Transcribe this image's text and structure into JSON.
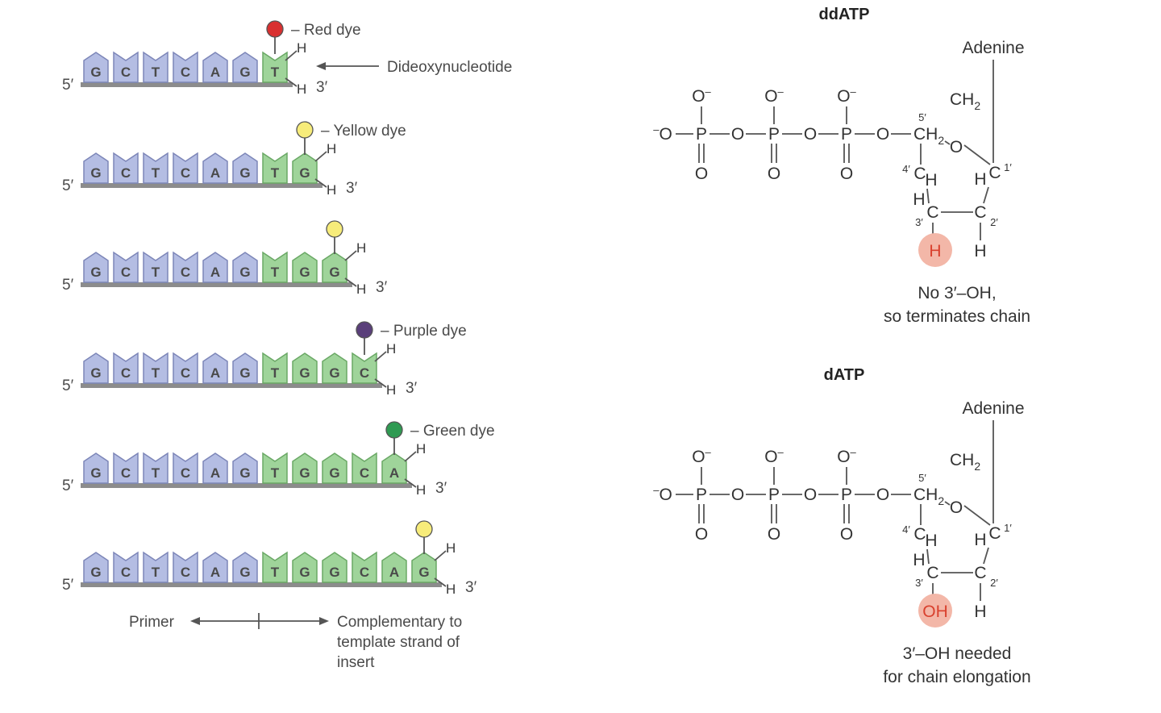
{
  "left_panel": {
    "five_prime_label": "5′",
    "three_prime_label": "3′",
    "h_label": "H",
    "rows": [
      {
        "bases": [
          "G",
          "C",
          "T",
          "C",
          "A",
          "G",
          "T"
        ],
        "dye": "red",
        "dye_label": "– Red dye",
        "pointer_label": "Dideoxynucleotide"
      },
      {
        "bases": [
          "G",
          "C",
          "T",
          "C",
          "A",
          "G",
          "T",
          "G"
        ],
        "dye": "yellow",
        "dye_label": "– Yellow dye"
      },
      {
        "bases": [
          "G",
          "C",
          "T",
          "C",
          "A",
          "G",
          "T",
          "G",
          "G"
        ],
        "dye": "yellow",
        "dye_label": ""
      },
      {
        "bases": [
          "G",
          "C",
          "T",
          "C",
          "A",
          "G",
          "T",
          "G",
          "G",
          "C"
        ],
        "dye": "purple",
        "dye_label": "– Purple dye"
      },
      {
        "bases": [
          "G",
          "C",
          "T",
          "C",
          "A",
          "G",
          "T",
          "G",
          "G",
          "C",
          "A"
        ],
        "dye": "green",
        "dye_label": "– Green dye"
      },
      {
        "bases": [
          "G",
          "C",
          "T",
          "C",
          "A",
          "G",
          "T",
          "G",
          "G",
          "C",
          "A",
          "G"
        ],
        "dye": "yellow",
        "dye_label": ""
      }
    ],
    "primer_label": "Primer",
    "complementary_label": [
      "Complementary to",
      "template strand of",
      "insert"
    ]
  },
  "colors": {
    "primer_base": "#b4bde3",
    "primer_border": "#7d86b8",
    "new_base": "#9fd49a",
    "new_border": "#6aa865",
    "backbone": "#8c8c8c",
    "red": "#d93030",
    "yellow": "#f7ec7a",
    "purple": "#5a3f7a",
    "green": "#2f9a52",
    "highlight": "#f3b7a8",
    "highlight_text": "#d9412e"
  },
  "structures": [
    {
      "title": "ddATP",
      "base_label": "Adenine",
      "three_prime_group": "H",
      "caption": [
        "No 3′–OH,",
        "so terminates chain"
      ]
    },
    {
      "title": "dATP",
      "base_label": "Adenine",
      "three_prime_group": "OH",
      "caption": [
        "3′–OH needed",
        "for chain elongation"
      ]
    }
  ],
  "atoms": {
    "o": "O",
    "o_minus": "O",
    "minus": "–",
    "p": "P",
    "ch2": "CH",
    "sub2": "2",
    "c": "C",
    "ch": "CH",
    "h": "H",
    "hc": "HC",
    "ring_o": "O",
    "prime5": "5′",
    "prime4": "4′",
    "prime3": "3′",
    "prime2": "2′",
    "prime1": "1′"
  }
}
